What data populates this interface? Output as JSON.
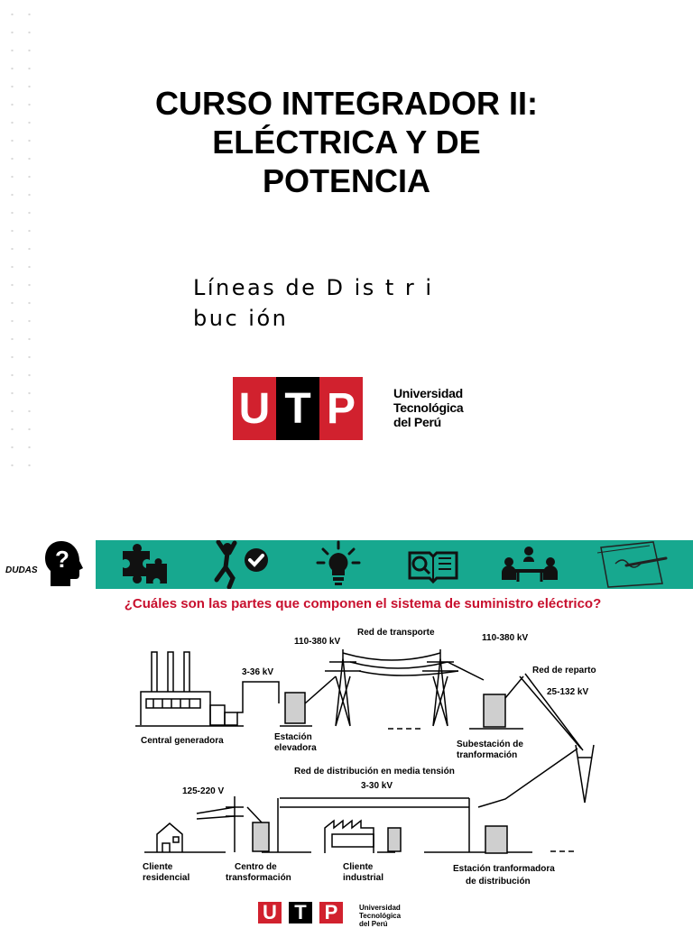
{
  "slide1": {
    "title_lines": [
      "CURSO INTEGRADOR II:",
      "ELÉCTRICA Y DE",
      "POTENCIA"
    ],
    "subtitle_lines": [
      "Líneas de D is t r i",
      "buc ión"
    ],
    "logo": {
      "letters": [
        "U",
        "T",
        "P"
      ],
      "text_lines": [
        "Universidad",
        "Tecnológica",
        "del Perú"
      ]
    }
  },
  "slide2": {
    "dudas_label": "DUDAS",
    "question_mark": "?",
    "question": "¿Cuáles son las partes que componen el sistema de suministro eléctrico?",
    "toolbar_icons": [
      "puzzle-icon",
      "jumping-person-check-icon",
      "lightbulb-icon",
      "open-book-icon",
      "group-meeting-icon",
      "signing-document-icon"
    ],
    "diagram": {
      "labels": {
        "red_transporte": "Red de transporte",
        "v110_left": "110-380 kV",
        "v110_right": "110-380 kV",
        "v3_36": "3-36 kV",
        "red_reparto": "Red de reparto",
        "v25_132": "25-132 kV",
        "central": "Central generadora",
        "estacion_l1": "Estación",
        "estacion_l2": "elevadora",
        "subestacion_l1": "Subestación de",
        "subestacion_l2": "tranformación",
        "red_distribucion": "Red de distribución en media tensión",
        "v3_30": "3-30 kV",
        "v125_220": "125-220 V",
        "cliente_res_l1": "Cliente",
        "cliente_res_l2": "residencial",
        "centro_l1": "Centro de",
        "centro_l2": "transformación",
        "cliente_ind_l1": "Cliente",
        "cliente_ind_l2": "industrial",
        "estacion_tr_l1": "Estación tranformadora",
        "estacion_tr_l2": "de distribución"
      }
    },
    "logo": {
      "letters": [
        "U",
        "T",
        "P"
      ],
      "text_lines": [
        "Universidad",
        "Tecnológica",
        "del Perú"
      ]
    }
  },
  "colors": {
    "accent_red": "#d1212e",
    "question_red": "#c8102e",
    "teal": "#17a88f"
  }
}
